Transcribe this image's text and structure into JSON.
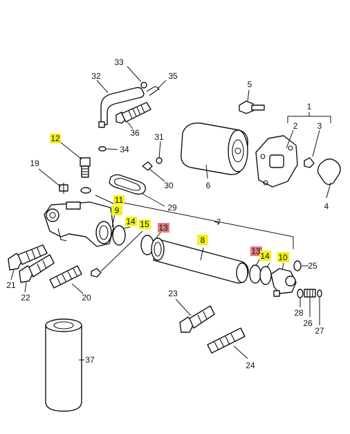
{
  "diagram": {
    "colors": {
      "yellow_highlight": "#f2f21a",
      "red_highlight": "#e37c80",
      "line": "#111111"
    },
    "labels": [
      {
        "id": "l1",
        "text": "1"
      },
      {
        "id": "l2",
        "text": "2"
      },
      {
        "id": "l3",
        "text": "3"
      },
      {
        "id": "l4",
        "text": "4"
      },
      {
        "id": "l5",
        "text": "5"
      },
      {
        "id": "l6",
        "text": "6"
      },
      {
        "id": "l7",
        "text": "7"
      },
      {
        "id": "l8",
        "text": "8",
        "highlight": "yellow"
      },
      {
        "id": "l9",
        "text": "9",
        "highlight": "yellow"
      },
      {
        "id": "l10",
        "text": "10",
        "highlight": "yellow"
      },
      {
        "id": "l11",
        "text": "11",
        "highlight": "yellow"
      },
      {
        "id": "l12",
        "text": "12",
        "highlight": "yellow"
      },
      {
        "id": "l13a",
        "text": "13",
        "highlight": "red"
      },
      {
        "id": "l13b",
        "text": "13",
        "highlight": "red"
      },
      {
        "id": "l14a",
        "text": "14",
        "highlight": "yellow"
      },
      {
        "id": "l14b",
        "text": "14",
        "highlight": "yellow"
      },
      {
        "id": "l15",
        "text": "15",
        "highlight": "yellow"
      },
      {
        "id": "l19",
        "text": "19"
      },
      {
        "id": "l20",
        "text": "20"
      },
      {
        "id": "l21",
        "text": "21"
      },
      {
        "id": "l22",
        "text": "22"
      },
      {
        "id": "l23",
        "text": "23"
      },
      {
        "id": "l24",
        "text": "24"
      },
      {
        "id": "l25",
        "text": "25"
      },
      {
        "id": "l26",
        "text": "26"
      },
      {
        "id": "l27",
        "text": "27"
      },
      {
        "id": "l28",
        "text": "28"
      },
      {
        "id": "l29",
        "text": "29"
      },
      {
        "id": "l30",
        "text": "30"
      },
      {
        "id": "l31",
        "text": "31"
      },
      {
        "id": "l32",
        "text": "32"
      },
      {
        "id": "l33",
        "text": "33"
      },
      {
        "id": "l34",
        "text": "34"
      },
      {
        "id": "l35",
        "text": "35"
      },
      {
        "id": "l36",
        "text": "36"
      },
      {
        "id": "l37",
        "text": "37"
      }
    ]
  }
}
